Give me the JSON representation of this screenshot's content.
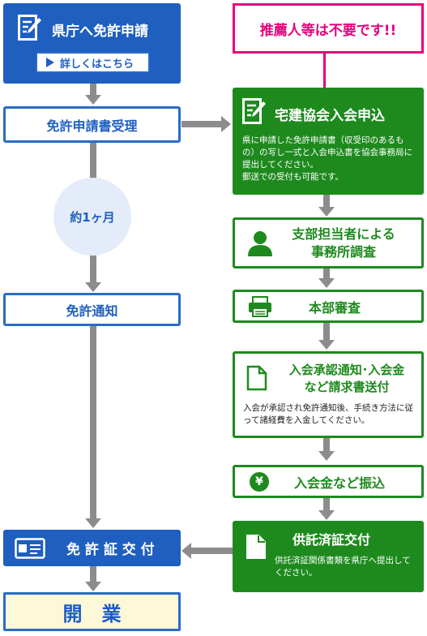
{
  "left": {
    "apply": {
      "title": "県庁へ免許申請",
      "button": "詳しくはこちら"
    },
    "received": "免許申請書受理",
    "duration": "約1ヶ月",
    "notice": "免許通知",
    "issue": "免 許 証 交 付",
    "open": "開　業"
  },
  "right": {
    "callout": "推薦人等は不要です!!",
    "join": {
      "title": "宅建協会入会申込",
      "desc": "県に申請した免許申請書（収受印のあるもの）の写し一式と入会申込書を協会事務局に提出してください。",
      "note": "郵送での受付も可能です。"
    },
    "survey": {
      "line1": "支部担当者による",
      "line2": "事務所調査"
    },
    "review": "本部審査",
    "approval": {
      "line1": "入会承認通知･入会金",
      "line2": "など請求書送付",
      "desc": "入会が承認され免許通知後、手続き方法に従って諸経費を入金してください。"
    },
    "payment": {
      "icon_text": "¥",
      "label": "入会金など振込"
    },
    "deposit": {
      "title": "供託済証交付",
      "desc": "供託済証関係書類を県庁へ提出してください。"
    }
  },
  "icons": [
    "pencil-form-icon",
    "play-icon",
    "person-icon",
    "printer-icon",
    "document-icon",
    "yen-icon",
    "id-card-icon"
  ],
  "colors": {
    "blue": "#1e5fc0",
    "green": "#1e8a1e",
    "pink": "#e6007e",
    "gray": "#8c8c8c",
    "cream": "#fdf8d8",
    "circle": "#e3ecf8"
  }
}
